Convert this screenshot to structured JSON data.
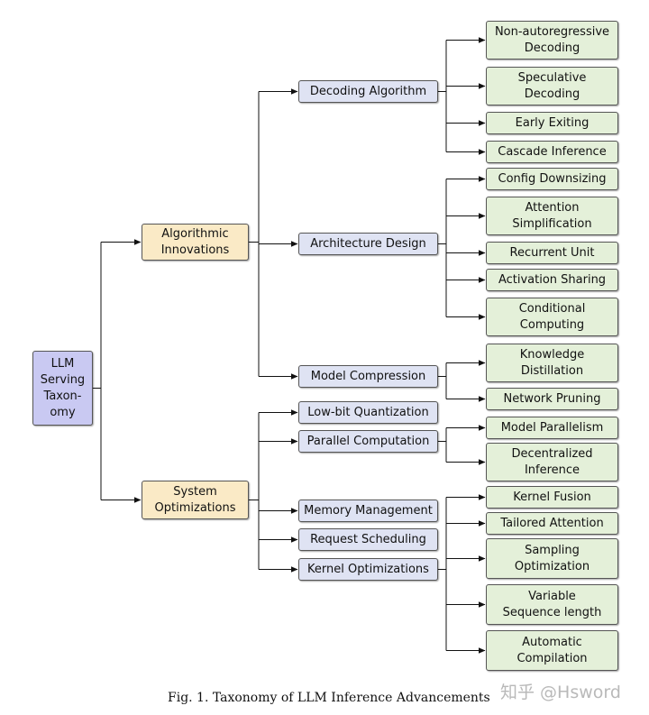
{
  "root": {
    "label": "LLM\nServing\nTaxon-\nomy"
  },
  "categories": [
    {
      "label": "Algorithmic\nInnovations",
      "subcategories": [
        {
          "label": "Decoding Algorithm",
          "leaves": [
            "Non-autoregressive\nDecoding",
            "Speculative\nDecoding",
            "Early Exiting",
            "Cascade Inference"
          ]
        },
        {
          "label": "Architecture Design",
          "leaves": [
            "Config Downsizing",
            "Attention\nSimplification",
            "Recurrent Unit",
            "Activation Sharing",
            "Conditional\nComputing"
          ]
        },
        {
          "label": "Model Compression",
          "leaves": [
            "Knowledge\nDistillation",
            "Network Pruning"
          ]
        }
      ]
    },
    {
      "label": "System\nOptimizations",
      "subcategories": [
        {
          "label": "Low-bit Quantization",
          "leaves": []
        },
        {
          "label": "Parallel Computation",
          "leaves": [
            "Model Parallelism",
            "Decentralized\nInference"
          ]
        },
        {
          "label": "Memory Management",
          "leaves": []
        },
        {
          "label": "Request Scheduling",
          "leaves": []
        },
        {
          "label": "Kernel Optimizations",
          "leaves": [
            "Kernel Fusion",
            "Tailored Attention",
            "Sampling\nOptimization",
            "Variable\nSequence length",
            "Automatic\nCompilation"
          ]
        }
      ]
    }
  ],
  "caption": "Fig. 1.  Taxonomy of LLM Inference Advancements",
  "watermark": "知乎 @Hsword"
}
